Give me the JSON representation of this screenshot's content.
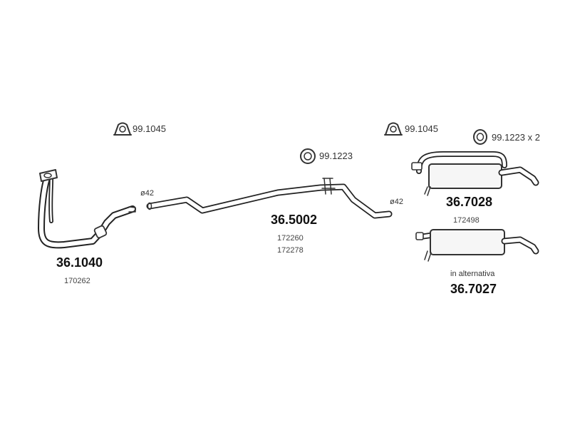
{
  "clamps": {
    "clamp_left": "99.1045",
    "clamp_right": "99.1045",
    "ring_center": "99.1223",
    "ring_rear": "99.1223 x 2"
  },
  "front_pipe": {
    "part_number": "36.1040",
    "refs": [
      "170262"
    ]
  },
  "center_pipe": {
    "part_number": "36.5002",
    "refs": [
      "172260",
      "172278"
    ],
    "diameter_front": "ø42",
    "diameter_rear": "ø42"
  },
  "rear_muffler": {
    "part_number": "36.7028",
    "refs": [
      "172498"
    ]
  },
  "alt_muffler": {
    "note": "in alternativa",
    "part_number": "36.7027"
  }
}
